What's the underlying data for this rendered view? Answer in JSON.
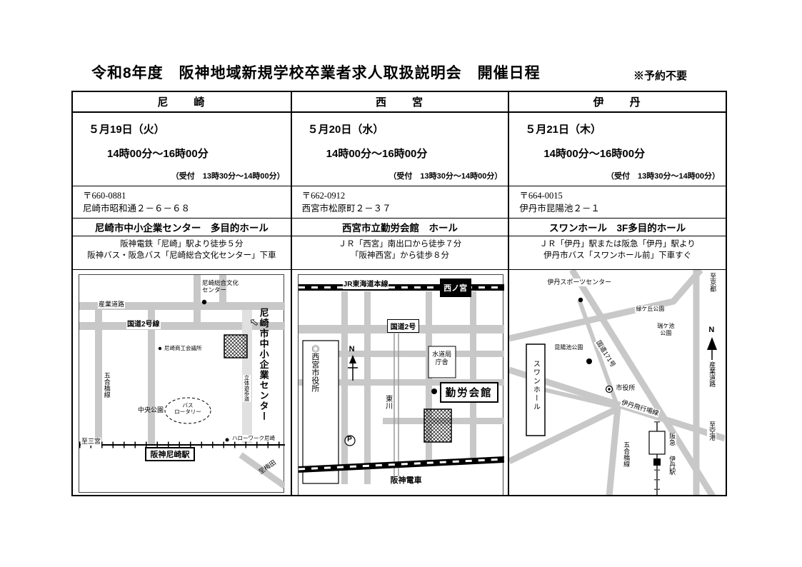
{
  "title": {
    "main": "令和8年度　阪神地域新規学校卒業者求人取扱説明会　開催日程",
    "note": "※予約不要"
  },
  "table": {
    "headers": [
      "尼　　崎",
      "西　　宮",
      "伊　　丹"
    ],
    "sessions": [
      {
        "date": "５月19日（火）",
        "time": "14時00分～16時00分",
        "reception": "（受付　13時30分～14時00分）",
        "postal": "〒660-0881",
        "address": "尼崎市昭和通２－６－６８",
        "venue": "尼崎市中小企業センター　多目的ホール",
        "access_lines": [
          "阪神電鉄「尼崎」駅より徒歩５分",
          "阪神バス・阪急バス「尼崎総合文化センター」下車"
        ]
      },
      {
        "date": "５月20日（水）",
        "time": "14時00分～16時00分",
        "reception": "（受付　13時30分～14時00分）",
        "postal": "〒662-0912",
        "address": "西宮市松原町２－３７",
        "venue": "西宮市立勤労会館　ホール",
        "access_lines": [
          "ＪＲ「西宮」南出口から徒歩７分",
          "「阪神西宮」から徒歩８分"
        ]
      },
      {
        "date": "５月21日（木）",
        "time": "14時00分～16時00分",
        "reception": "（受付　13時30分～14時00分）",
        "postal": "〒664-0015",
        "address": "伊丹市昆陽池２－１",
        "venue": "スワンホール　3F多目的ホール",
        "access_lines": [
          "ＪＲ「伊丹」駅または阪急「伊丹」駅より",
          "伊丹市バス「スワンホール前」下車すぐ"
        ]
      }
    ]
  },
  "maps": {
    "amagasaki": {
      "bunka_center": "尼崎総合文化\nセンター",
      "sangyo_road": "産業道路",
      "route2": "国道2号線",
      "chusho_center_v": "尼崎市中小企業センター",
      "shoko_kaigisho": "尼崎商工会議所",
      "gogobashi_line": "五合橋線",
      "chuo_park": "中央公園",
      "bus_rotary": "バス\nロータリー",
      "rittai_yuhodo": "立体遊歩道",
      "to_sannomiya": "至三宮",
      "hanshin_amagasaki_sta": "阪神尼崎駅",
      "hellowork": "ハローワーク尼崎",
      "to_umeda": "至梅田",
      "arrow_glyph": "⇦"
    },
    "nishinomiya": {
      "jr_tokaido_line": "JR東海道本線",
      "nishinomiya_sta": "西ノ宮",
      "route2": "国道2号",
      "city_hall_v": "◎西宮市役所",
      "north_mark": "N",
      "suidokyoku": "水道局\n庁舎",
      "kinro_kaikan": "勤労会館",
      "higashi_kawa": "東川",
      "parking": "P",
      "hanshin_densha": "阪神電車"
    },
    "itami": {
      "sports_center": "伊丹スポーツセンター",
      "to_kyoto": "至京都",
      "midorigaoka_park": "緑ケ丘公園",
      "zugaike_park": "瑞ケ池\n公園",
      "koyaike_park": "昆陽池公園",
      "route171": "国道171号",
      "north_mark": "N",
      "sangyo_road": "産業道路",
      "swan_hall_v": "スワンホール",
      "city_office": "市役所",
      "itami_airport_line": "伊丹飛行場線",
      "to_airport": "至空港",
      "gogobashi_line": "五合橋線",
      "hankyu": "阪急",
      "itami_sta": "伊丹駅"
    }
  }
}
